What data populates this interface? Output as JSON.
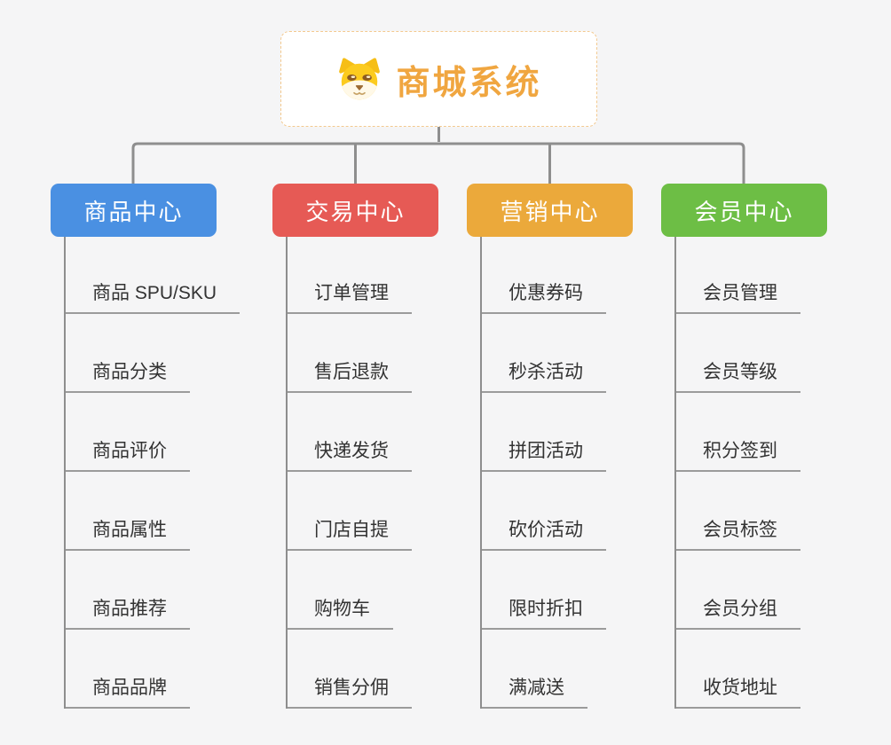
{
  "root": {
    "title": "商城系统",
    "icon": "shiba-dog-icon"
  },
  "branches": [
    {
      "label": "商品中心",
      "color": "#4a90e2",
      "children": [
        "商品 SPU/SKU",
        "商品分类",
        "商品评价",
        "商品属性",
        "商品推荐",
        "商品品牌"
      ]
    },
    {
      "label": "交易中心",
      "color": "#e65a55",
      "children": [
        "订单管理",
        "售后退款",
        "快递发货",
        "门店自提",
        "购物车",
        "销售分佣"
      ]
    },
    {
      "label": "营销中心",
      "color": "#eba93b",
      "children": [
        "优惠券码",
        "秒杀活动",
        "拼团活动",
        "砍价活动",
        "限时折扣",
        "满减送"
      ]
    },
    {
      "label": "会员中心",
      "color": "#6dbe45",
      "children": [
        "会员管理",
        "会员等级",
        "积分签到",
        "会员标签",
        "会员分组",
        "收货地址"
      ]
    }
  ],
  "colors": {
    "background": "#f5f5f6",
    "connector": "#8e8e8e",
    "leaf_underline": "#9b9b9b",
    "title_text": "#f0a640",
    "root_border": "#f3c98f",
    "leaf_text": "#333333"
  }
}
